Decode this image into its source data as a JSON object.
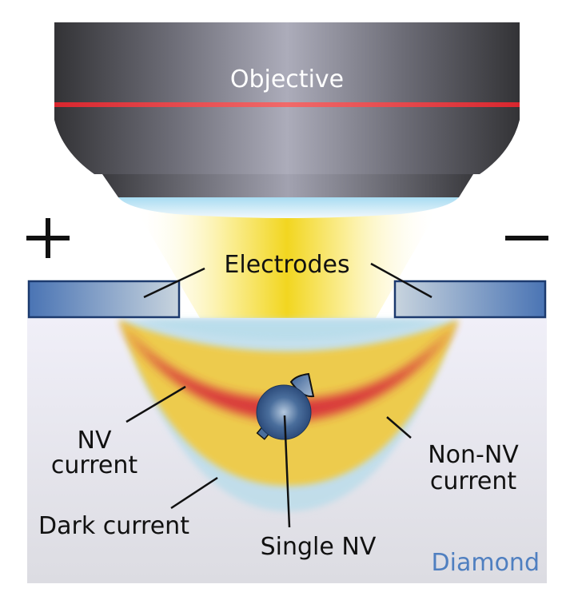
{
  "diagram": {
    "objective_label": "Objective",
    "plus_sign": "+",
    "minus_sign": "−",
    "electrodes_label": "Electrodes",
    "nv_current_label_line1": "NV",
    "nv_current_label_line2": "current",
    "non_nv_current_label_line1": "Non-NV",
    "non_nv_current_label_line2": "current",
    "dark_current_label": "Dark current",
    "single_nv_label": "Single NV",
    "diamond_label": "Diamond"
  },
  "colors": {
    "objective_stripe": "#e0323c",
    "electrode_border": "#1c3a6e",
    "electrode_fill": "#4a74b4",
    "nv_current": "#d8303a",
    "non_nv_current": "#f5c830",
    "dark_current": "#b6dcea",
    "diamond_text": "#4f7fc0",
    "spin_sphere": "#2e5484"
  }
}
